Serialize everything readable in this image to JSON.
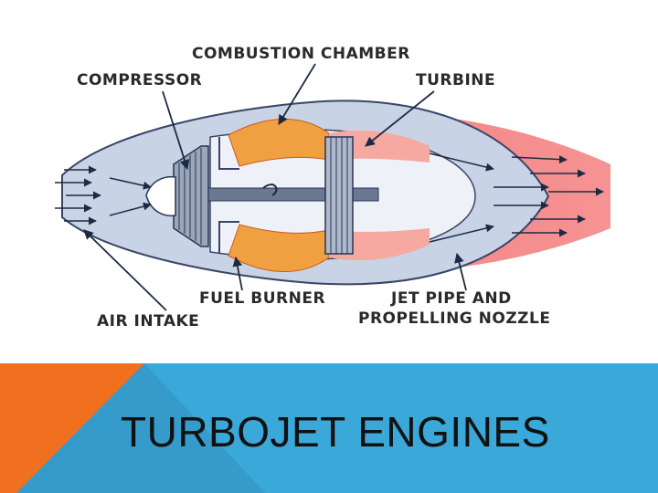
{
  "slide": {
    "title": "TURBOJET ENGINES"
  },
  "diagram": {
    "labels": {
      "combustion_chamber": "COMBUSTION CHAMBER",
      "compressor": "COMPRESSOR",
      "turbine": "TURBINE",
      "fuel_burner": "FUEL BURNER",
      "air_intake": "AIR INTAKE",
      "jet_pipe_line1": "JET PIPE AND",
      "jet_pipe_line2": "PROPELLING NOZZLE"
    }
  },
  "colors": {
    "banner_blue": "#3aa8d8",
    "banner_orange": "#f07020",
    "engine_casing": "#c9d3e6",
    "exhaust_red": "#f26a6a",
    "flame_orange": "#f0a040"
  }
}
